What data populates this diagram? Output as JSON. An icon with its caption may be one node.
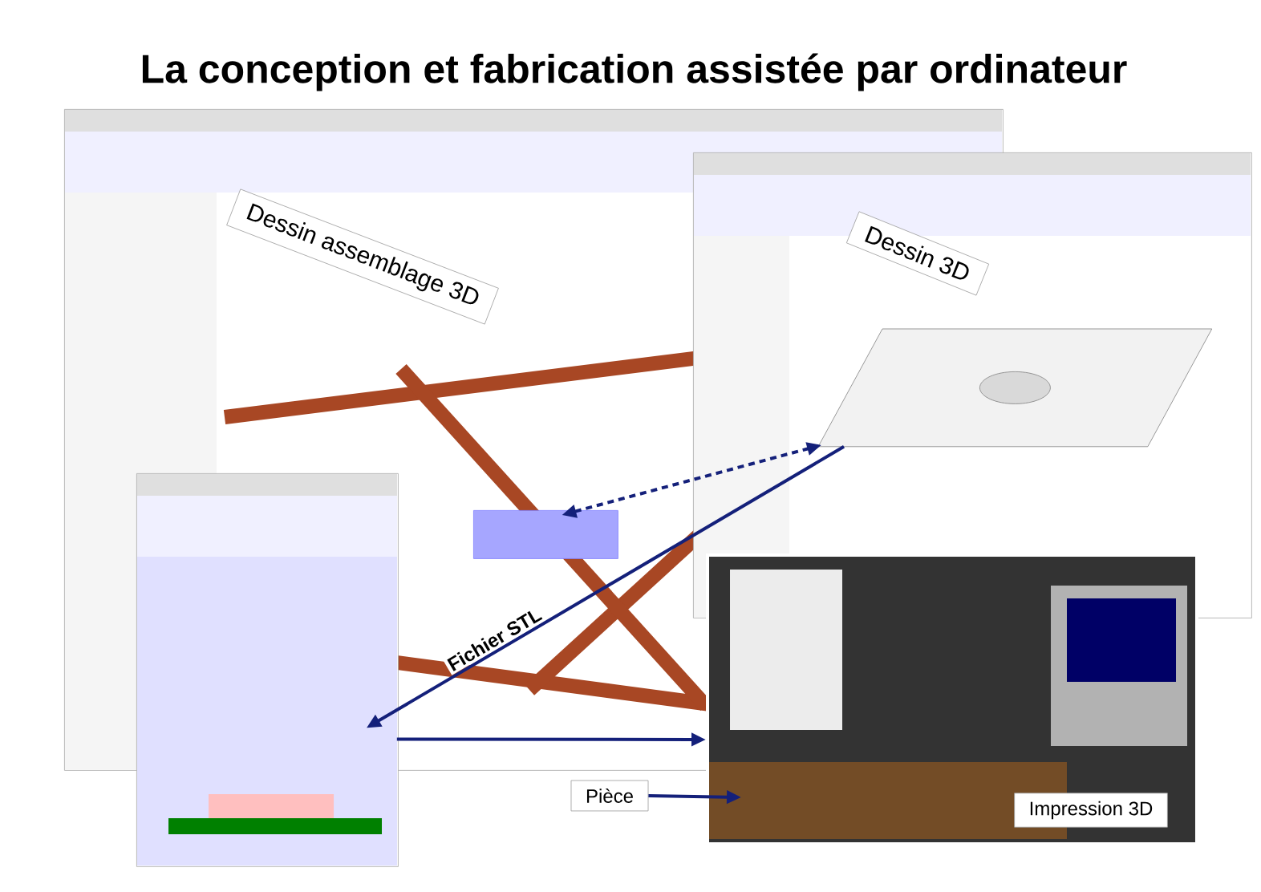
{
  "diagram": {
    "title": "La conception et fabrication assistée par ordinateur",
    "nodes": [
      {
        "text": [],
        "shape": "picture"
      },
      {
        "text": [
          "Dessin assemblage 3D"
        ],
        "in": 0
      },
      {
        "text": [],
        "shape": "picture"
      },
      {
        "text": [
          "Dessin 3D"
        ]
      },
      {
        "text": [],
        "shape": "picture"
      },
      {
        "text": [],
        "shape": "picture"
      },
      {
        "text": [
          "Impression 3D"
        ],
        "in": 5
      },
      {
        "text": [
          "Pièce"
        ]
      },
      {
        "text": [],
        "shape": "box",
        "in": 0
      },
      {
        "text": [],
        "shape": "box",
        "in": 2
      }
    ],
    "edges": [
      {
        "from": 8,
        "to": 9,
        "arrow": "both",
        "style": "dashed"
      },
      {
        "from": 9,
        "to": 4,
        "arrow": "to",
        "label": "Fichier STL"
      },
      {
        "from": 4,
        "to": 5,
        "arrow": "to"
      },
      {
        "from": 7,
        "to": 5,
        "arrow": "to"
      }
    ]
  }
}
